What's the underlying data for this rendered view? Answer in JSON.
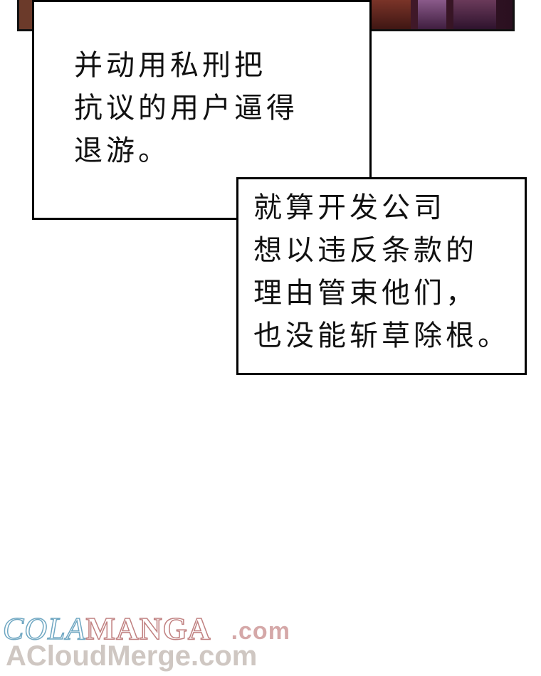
{
  "speech_bubbles": [
    {
      "lines": [
        "并动用私刑把",
        "抗议的用户逼得",
        "退游。"
      ]
    },
    {
      "lines": [
        "就算开发公司",
        "想以违反条款的",
        "理由管束他们，",
        "也没能斩草除根。"
      ]
    }
  ],
  "watermark": {
    "part1": "COLA",
    "part2": "MANGA",
    "part3": ".com",
    "line2": "ACloudMerge.com"
  },
  "colors": {
    "bubble_border": "#000000",
    "watermark_cola": "#6fa7c2",
    "watermark_manga": "#c08080",
    "watermark_line2": "#cfc7c2"
  }
}
